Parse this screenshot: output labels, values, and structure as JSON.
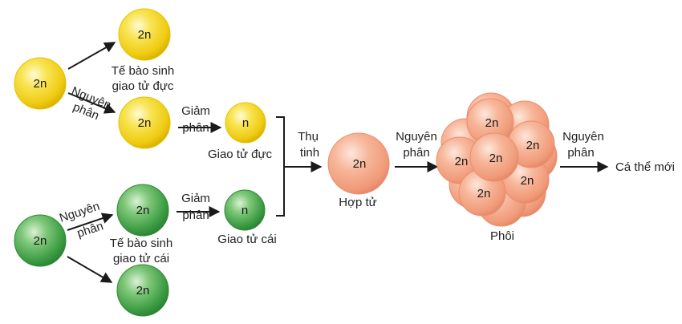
{
  "cells": {
    "ploidy_2n": "2n",
    "ploidy_n": "n"
  },
  "labels": {
    "male_germ_cell_line1": "Tế bào sinh",
    "male_germ_cell_line2": "giao tử đực",
    "female_germ_cell_line1": "Tế bào sinh",
    "female_germ_cell_line2": "giao tử cái",
    "mitosis_line1": "Nguyên",
    "mitosis_line2": "phân",
    "meiosis_line1": "Giảm",
    "meiosis_line2": "phân",
    "male_gamete": "Giao tử đực",
    "female_gamete": "Giao tử cái",
    "fertilization_line1": "Thụ",
    "fertilization_line2": "tinh",
    "zygote": "Hợp tử",
    "embryo": "Phôi",
    "adult": "Cá thể mới"
  },
  "colors": {
    "yellow_cell": "#f3d421",
    "green_cell": "#3fa046",
    "pink_cell": "#f3a584",
    "arrow": "#1a1a1a"
  }
}
